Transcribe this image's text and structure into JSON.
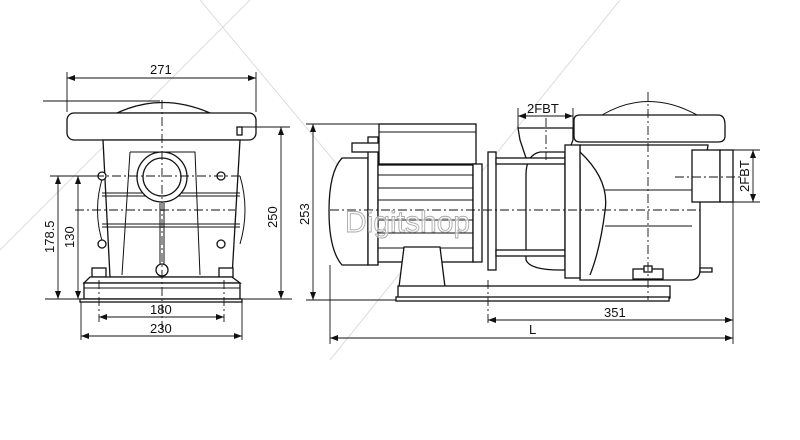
{
  "watermark": "Digitshop",
  "front_view": {
    "dims": {
      "width_top": "271",
      "height_total": "250",
      "height_inlet": "178.5",
      "height_center": "130",
      "base_bolt_spacing": "180",
      "base_width": "230"
    }
  },
  "side_view": {
    "dims": {
      "outlet_top": "2FBT",
      "outlet_side": "2FBT",
      "height_total": "253",
      "base_to_outlet": "351",
      "length": "L"
    }
  }
}
